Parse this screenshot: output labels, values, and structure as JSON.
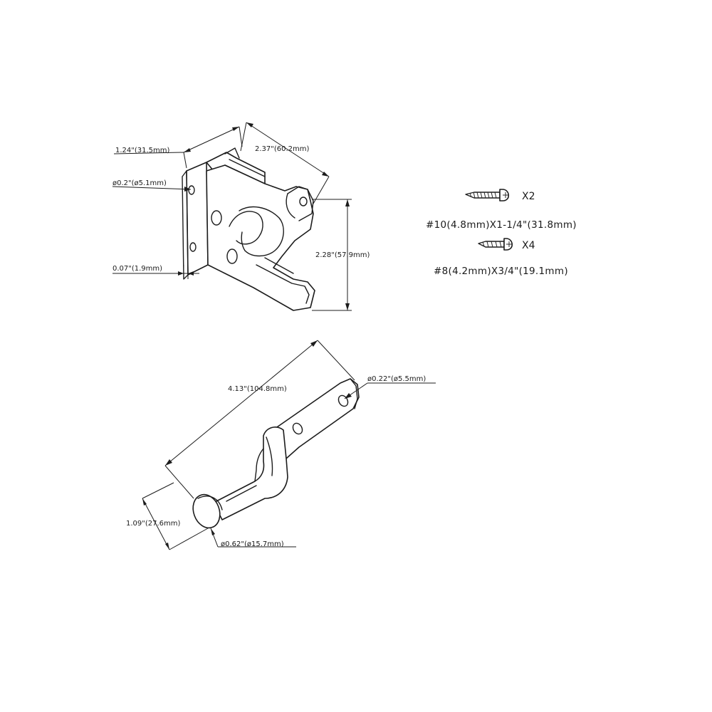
{
  "latch": {
    "width_dim": "1.24\"(31.5mm)",
    "length_dim": "2.37\"(60.2mm)",
    "hole_dim": "ø0.2\"(ø5.1mm)",
    "thickness_dim": "0.07\"(1.9mm)",
    "height_dim": "2.28\"(57.9mm)"
  },
  "screws": [
    {
      "qty": "X2",
      "spec": "#10(4.8mm)X1-1/4\"(31.8mm)"
    },
    {
      "qty": "X4",
      "spec": "#8(4.2mm)X3/4\"(19.1mm)"
    }
  ],
  "catch": {
    "length_dim": "4.13\"(104.8mm)",
    "hole_dim": "ø0.22\"(ø5.5mm)",
    "height_dim": "1.09\"(27.6mm)",
    "knob_dim": "ø0.62\"(ø15.7mm)"
  },
  "colors": {
    "line": "#1c1c1c",
    "background": "#ffffff"
  }
}
